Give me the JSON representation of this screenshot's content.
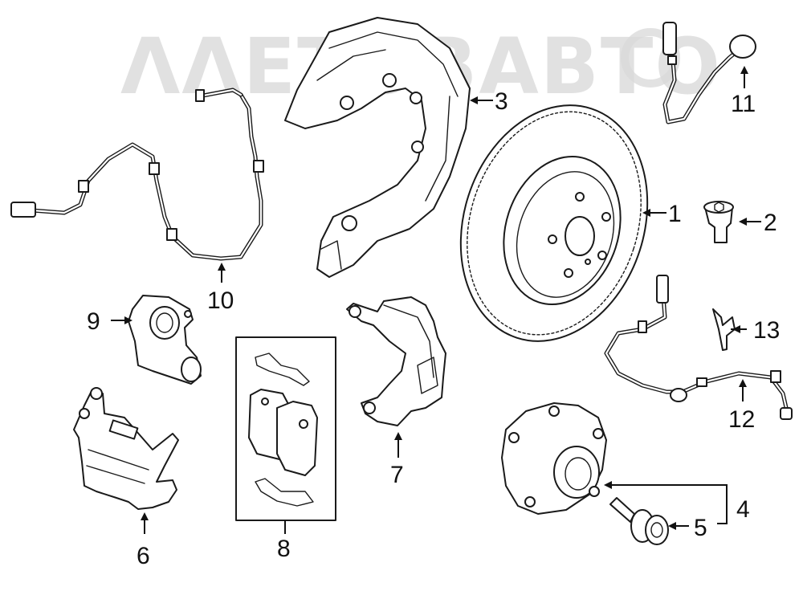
{
  "watermark": {
    "text": "ΛΛΕΤΟΒΑΒΤΟ",
    "color": "#d8d8d8"
  },
  "callouts": {
    "c1": "1",
    "c2": "2",
    "c3": "3",
    "c4": "4",
    "c5": "5",
    "c6": "6",
    "c7": "7",
    "c8": "8",
    "c9": "9",
    "c10": "10",
    "c11": "11",
    "c12": "12",
    "c13": "13"
  },
  "colors": {
    "line": "#1a1a1a",
    "background": "#ffffff"
  }
}
